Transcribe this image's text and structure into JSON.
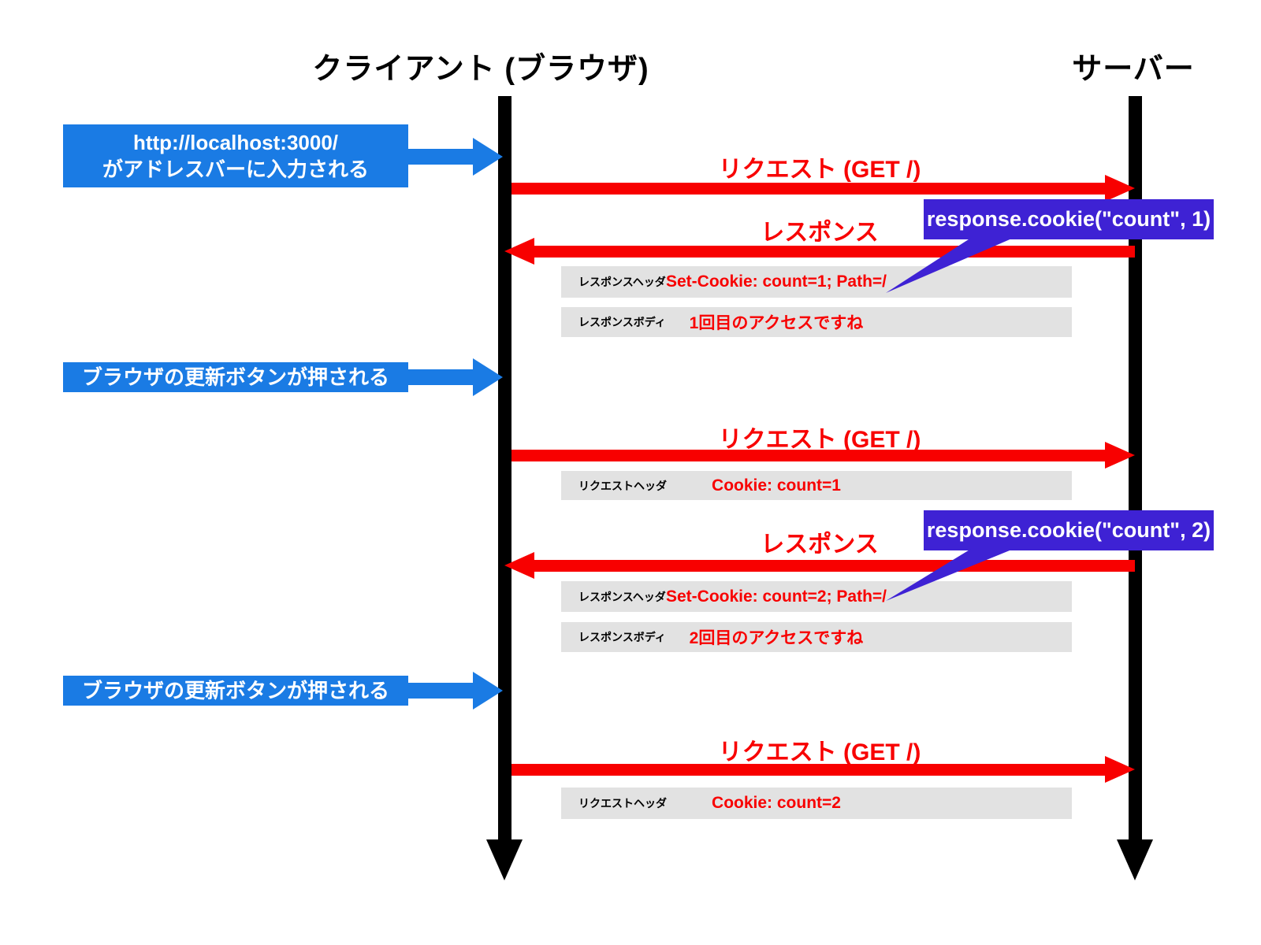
{
  "actors": {
    "client": "クライアント (ブラウザ)",
    "server": "サーバー"
  },
  "client_actions": [
    {
      "line1": "http://localhost:3000/",
      "line2": "がアドレスバーに入力される"
    },
    {
      "line1": "ブラウザの更新ボタンが押される"
    },
    {
      "line1": "ブラウザの更新ボタンが押される"
    }
  ],
  "messages": [
    {
      "label": "リクエスト (GET /)",
      "direction": "client-to-server"
    },
    {
      "label": "レスポンス",
      "direction": "server-to-client",
      "callout": "response.cookie(\"count\", 1)"
    },
    {
      "label": "リクエスト (GET /)",
      "direction": "client-to-server"
    },
    {
      "label": "レスポンス",
      "direction": "server-to-client",
      "callout": "response.cookie(\"count\", 2)"
    },
    {
      "label": "リクエスト (GET /)",
      "direction": "client-to-server"
    }
  ],
  "detail_rows": [
    {
      "key": "レスポンスヘッダ",
      "value": "Set-Cookie: count=1; Path=/"
    },
    {
      "key": "レスポンスボディ",
      "value": "1回目のアクセスですね"
    },
    {
      "key": "リクエストヘッダ",
      "value": "Cookie: count=1"
    },
    {
      "key": "レスポンスヘッダ",
      "value": "Set-Cookie: count=2; Path=/"
    },
    {
      "key": "レスポンスボディ",
      "value": "2回目のアクセスですね"
    },
    {
      "key": "リクエストヘッダ",
      "value": "Cookie: count=2"
    }
  ],
  "colors": {
    "action_blue": "#1a7be4",
    "callout_purple": "#3e22d4",
    "message_red": "#f80000",
    "detail_gray": "#e2e2e2",
    "lifeline_black": "#000000"
  }
}
